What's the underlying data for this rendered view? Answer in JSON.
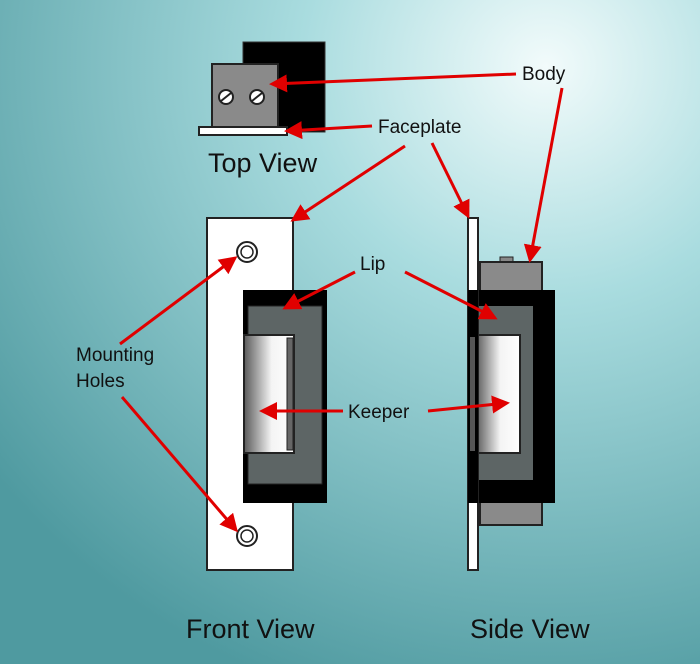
{
  "labels": {
    "body": "Body",
    "faceplate": "Faceplate",
    "top_view": "Top View",
    "lip": "Lip",
    "mounting_holes_line1": "Mounting",
    "mounting_holes_line2": "Holes",
    "keeper": "Keeper",
    "front_view": "Front View",
    "side_view": "Side View"
  },
  "colors": {
    "arrow": "#e00000",
    "background": "#7fc4c8"
  }
}
